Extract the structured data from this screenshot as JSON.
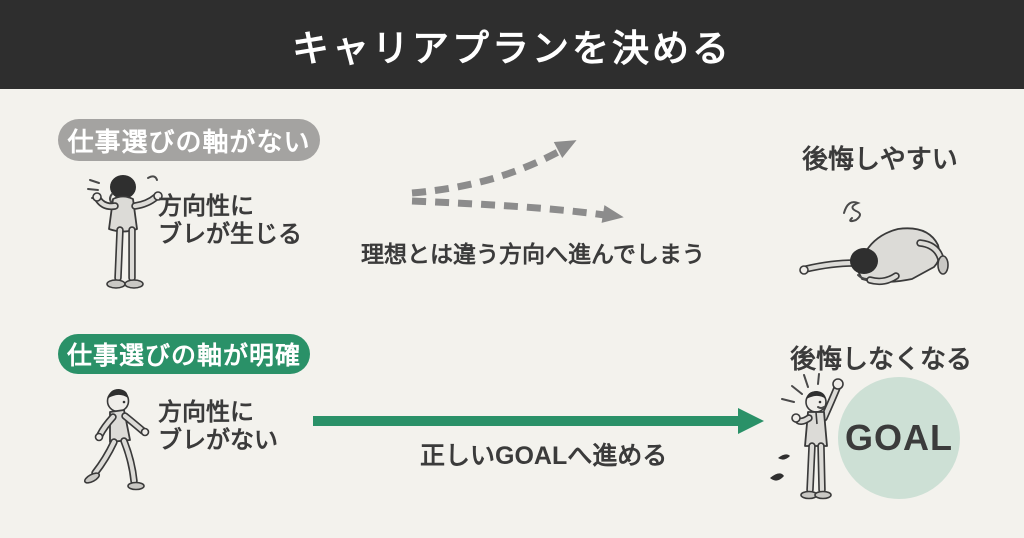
{
  "header": {
    "title": "キャリアプランを決める"
  },
  "scenario_bad": {
    "badge": "仕事選びの軸がない",
    "caption_line1": "方向性に",
    "caption_line2": "ブレが生じる",
    "arrow_label": "理想とは違う方向へ進んでしまう",
    "outcome": "後悔しやすい",
    "illustrations": {
      "person": "confused-person",
      "outcome": "kneeling-regret-person",
      "arrow": "diverging-dashed-arrows"
    }
  },
  "scenario_good": {
    "badge": "仕事選びの軸が明確",
    "caption_line1": "方向性に",
    "caption_line2": "ブレがない",
    "arrow_label": "正しいGOALへ進める",
    "outcome": "後悔しなくなる",
    "goal_label": "GOAL",
    "illustrations": {
      "person": "walking-person",
      "outcome": "celebrating-person",
      "arrow": "straight-green-arrow"
    }
  },
  "colors": {
    "header_bg": "#2e2e2e",
    "page_bg": "#f3f2ed",
    "badge_gray": "#a4a3a1",
    "green": "#2a9168",
    "goal_circle": "#cde0d5",
    "dashed_arrow": "#8c8c8c",
    "text": "#3b3b3b"
  }
}
